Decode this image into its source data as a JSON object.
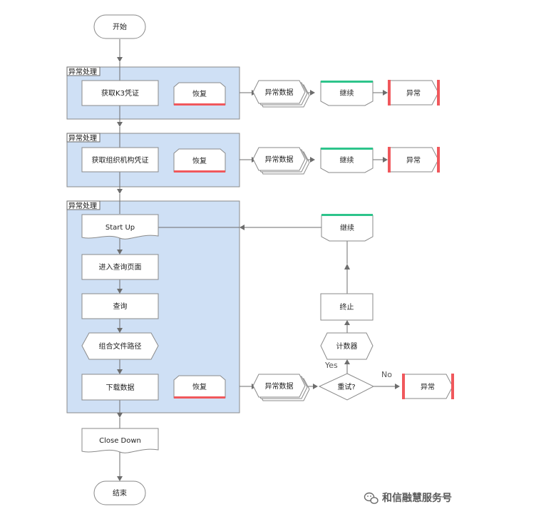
{
  "title": "",
  "nodes": {
    "start": "开始",
    "end": "结束",
    "group1_tag": "异常处理",
    "group2_tag": "异常处理",
    "group3_tag": "异常处理",
    "get_k3": "获取K3凭证",
    "recover1": "恢复",
    "exception_data1": "异常数据",
    "continue1": "继续",
    "error1": "异常",
    "get_org": "获取组织机构凭证",
    "recover2": "恢复",
    "exception_data2": "异常数据",
    "continue2": "继续",
    "error2": "异常",
    "startup": "Start Up",
    "enter_query_page": "进入查询页面",
    "query": "查询",
    "combine_path": "组合文件路径",
    "download": "下载数据",
    "recover3": "恢复",
    "exception_data3": "异常数据",
    "retry": "重试?",
    "error3": "异常",
    "counter": "计数器",
    "terminate": "终止",
    "continue3": "继续",
    "close_down": "Close Down"
  },
  "labels": {
    "yes": "Yes",
    "no": "No"
  },
  "watermark": "和信融慧服务号",
  "colors": {
    "group_fill": "#cfe0f5",
    "recover_bar": "#f0585c",
    "continue_bar": "#2dc48b",
    "error_bar": "#f0585c"
  }
}
